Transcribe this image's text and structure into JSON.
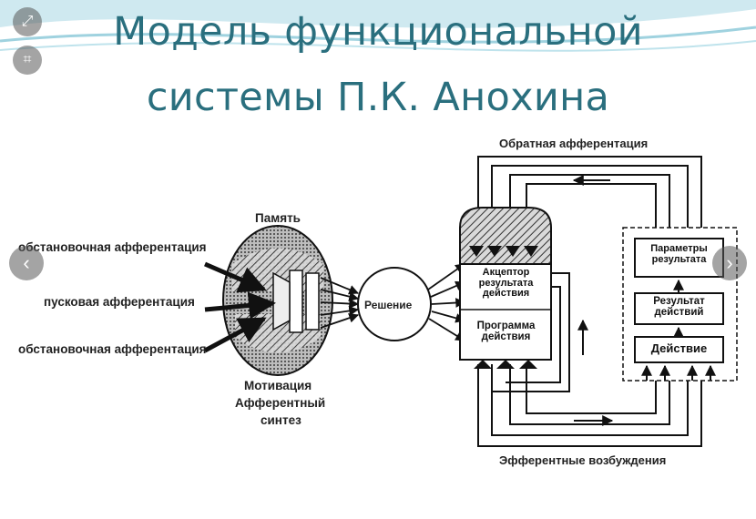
{
  "title": {
    "line1": "Модель функциональной",
    "line2": "системы П.К. Анохина"
  },
  "diagram": {
    "inputs": [
      "обстановочная афферентация",
      "пусковая афферентация",
      "обстановочная афферентация"
    ],
    "memory": "Память",
    "motivation": "Мотивация",
    "synthesis_line1": "Афферентный",
    "synthesis_line2": "синтез",
    "decision": "Решение",
    "acceptor_line1": "Акцептор",
    "acceptor_line2": "результата",
    "acceptor_line3": "действия",
    "program_line1": "Программа",
    "program_line2": "действия",
    "params_line1": "Параметры",
    "params_line2": "результата",
    "result_line1": "Результат",
    "result_line2": "действий",
    "action": "Действие",
    "feedback": "Обратная афферентация",
    "efferent": "Эфферентные возбуждения"
  },
  "viewer": {
    "controls": [
      "expand-icon",
      "crop-icon",
      "chevron-left-icon",
      "chevron-right-icon"
    ]
  }
}
